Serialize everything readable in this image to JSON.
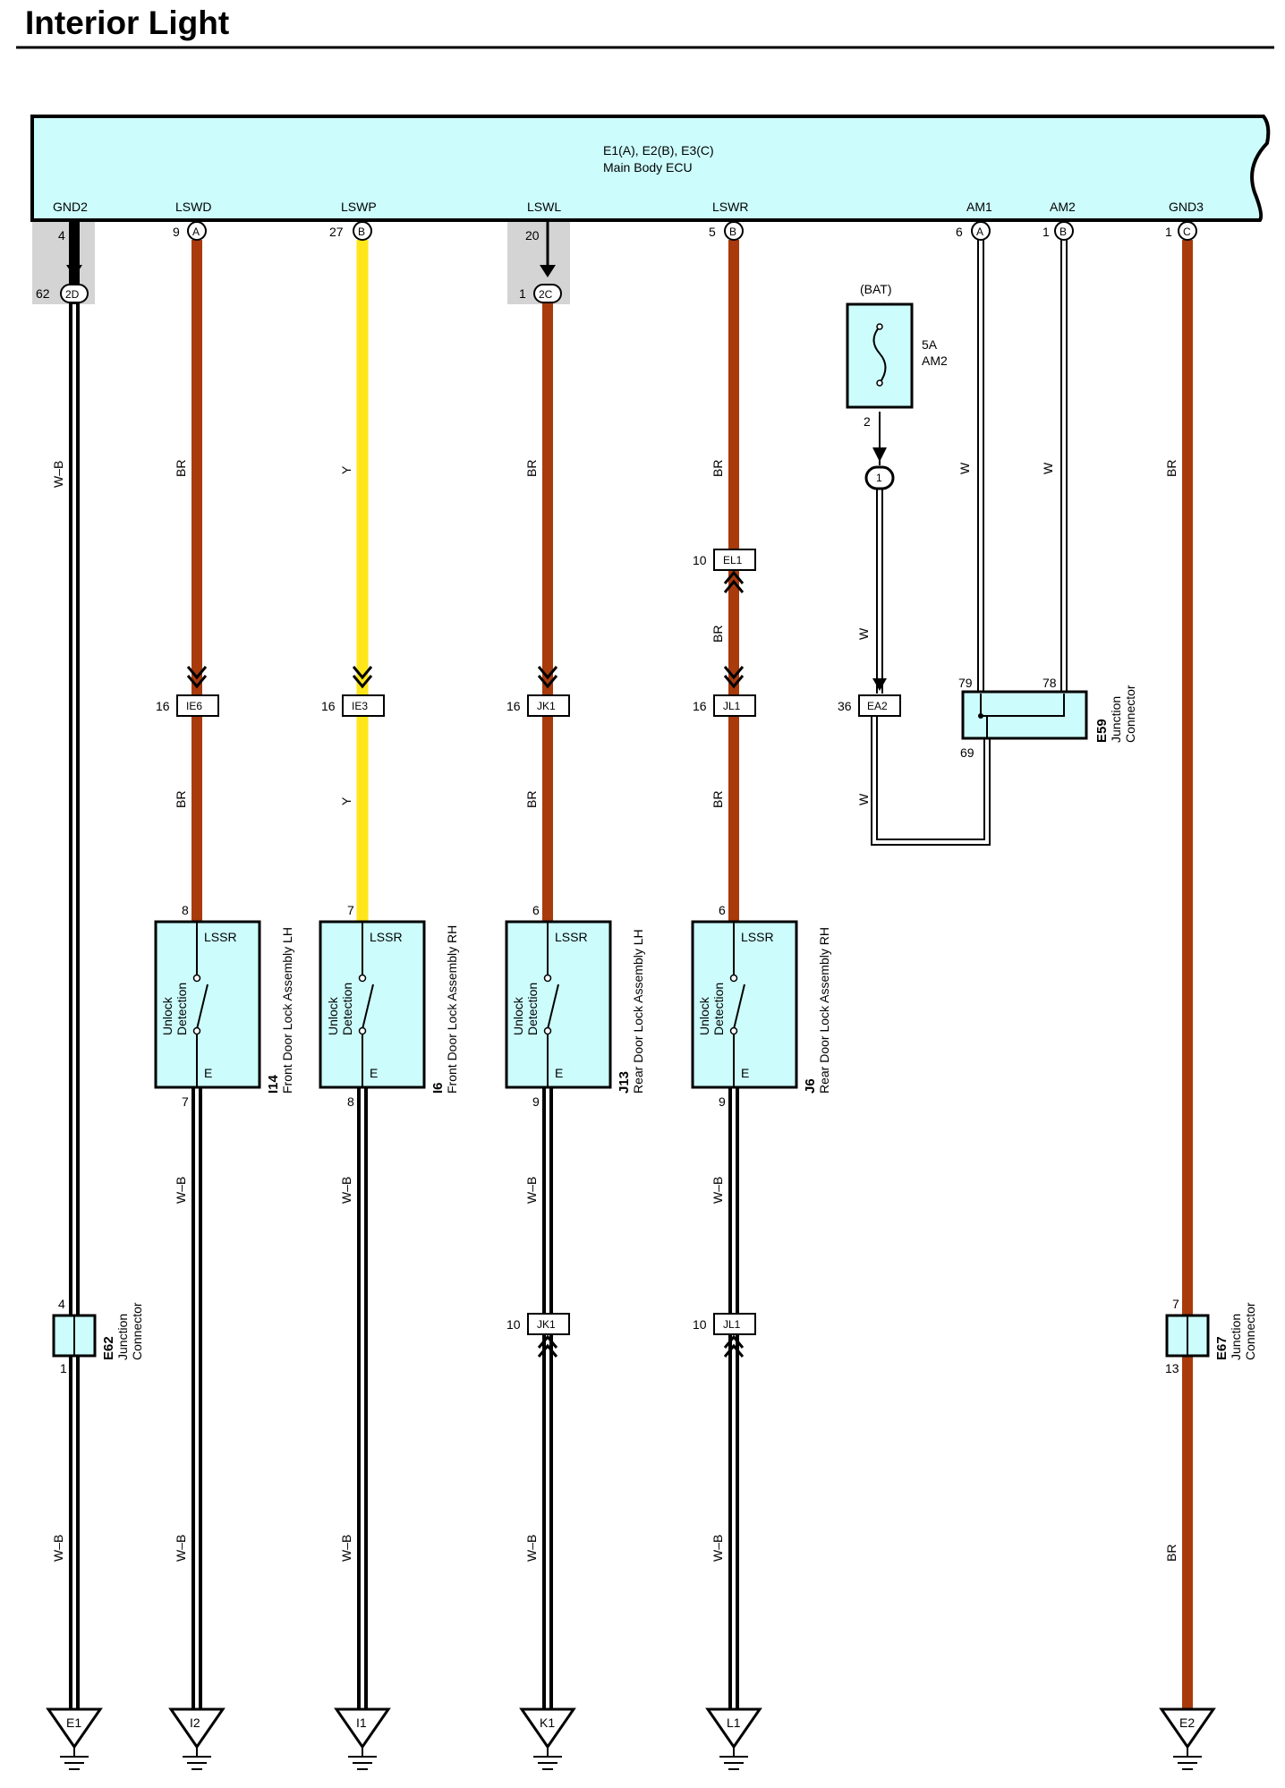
{
  "title": "Interior Light",
  "colors": {
    "ecu_fill": "#ccfcfc",
    "wire_br": "#a83a0c",
    "wire_y": "#ffe61a",
    "wire_wb_outer": "#000000",
    "wire_w": "#ffffff",
    "ground_shade": "#d4d4d4"
  },
  "ecu": {
    "connectors": "E1(A), E2(B), E3(C)",
    "name": "Main Body ECU",
    "terminals": [
      {
        "name": "GND2",
        "pin": "4",
        "conn": ""
      },
      {
        "name": "LSWD",
        "pin": "9",
        "conn": "A"
      },
      {
        "name": "LSWP",
        "pin": "27",
        "conn": "B"
      },
      {
        "name": "LSWL",
        "pin": "20",
        "conn": ""
      },
      {
        "name": "LSWR",
        "pin": "5",
        "conn": "B"
      },
      {
        "name": "AM1",
        "pin": "6",
        "conn": "A"
      },
      {
        "name": "AM2",
        "pin": "1",
        "conn": "B"
      },
      {
        "name": "GND3",
        "pin": "1",
        "conn": "C"
      }
    ]
  },
  "ground_connectors": [
    {
      "pin": "62",
      "label": "2D"
    },
    {
      "pin": "1",
      "label": "2C"
    }
  ],
  "fuse": {
    "source": "(BAT)",
    "rating": "5A",
    "name": "AM2",
    "out_pin": "2",
    "conn_pin": "1"
  },
  "wire_labels": {
    "wb": "W–B",
    "br": "BR",
    "y": "Y",
    "w": "W"
  },
  "inline_connectors": [
    {
      "pin": "16",
      "label": "IE6"
    },
    {
      "pin": "16",
      "label": "IE3"
    },
    {
      "pin": "16",
      "label": "JK1"
    },
    {
      "pin": "16",
      "label": "JL1"
    },
    {
      "pin": "36",
      "label": "EA2"
    },
    {
      "pin": "10",
      "label": "EL1"
    },
    {
      "pin": "10",
      "label": "JK1"
    },
    {
      "pin": "10",
      "label": "JL1"
    }
  ],
  "locks": [
    {
      "id": "I14",
      "name": "Front Door Lock Assembly LH",
      "top_pin": "8",
      "bottom_pin": "7",
      "term": "LSSR",
      "detect": [
        "Unlock",
        "Detection"
      ],
      "e": "E"
    },
    {
      "id": "I6",
      "name": "Front Door Lock Assembly RH",
      "top_pin": "7",
      "bottom_pin": "8",
      "term": "LSSR",
      "detect": [
        "Unlock",
        "Detection"
      ],
      "e": "E"
    },
    {
      "id": "J13",
      "name": "Rear Door Lock Assembly LH",
      "top_pin": "6",
      "bottom_pin": "9",
      "term": "LSSR",
      "detect": [
        "Unlock",
        "Detection"
      ],
      "e": "E"
    },
    {
      "id": "J6",
      "name": "Rear Door Lock Assembly RH",
      "top_pin": "6",
      "bottom_pin": "9",
      "term": "LSSR",
      "detect": [
        "Unlock",
        "Detection"
      ],
      "e": "E"
    }
  ],
  "junctions": [
    {
      "id": "E62",
      "name": [
        "Junction",
        "Connector"
      ],
      "pins": [
        "4",
        "1"
      ]
    },
    {
      "id": "E59",
      "name": [
        "Junction",
        "Connector"
      ],
      "pins": [
        "79",
        "78",
        "69"
      ]
    },
    {
      "id": "E67",
      "name": [
        "Junction",
        "Connector"
      ],
      "pins": [
        "7",
        "13"
      ]
    }
  ],
  "grounds": [
    "E1",
    "I2",
    "I1",
    "K1",
    "L1",
    "E2"
  ]
}
